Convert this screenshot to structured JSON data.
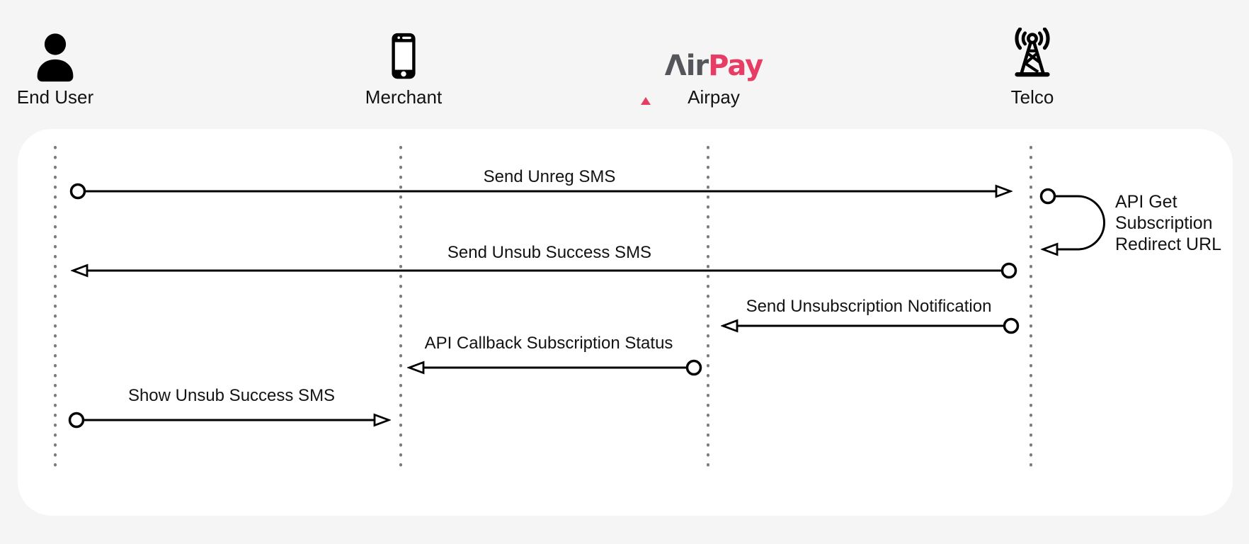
{
  "page": {
    "background_color": "#F5F5F6",
    "card_background": "#FFFFFF"
  },
  "brand": {
    "air_text": "Λir",
    "pay_text": "Pay",
    "air_color": "#55565B",
    "pay_color": "#E73C64"
  },
  "actors": [
    {
      "name": "End User",
      "icon": "person-icon"
    },
    {
      "name": "Merchant",
      "icon": "smartphone-icon"
    },
    {
      "name": "Airpay",
      "icon": "airpay-logo"
    },
    {
      "name": "Telco",
      "icon": "radio-tower-icon"
    }
  ],
  "messages": [
    {
      "label": "Send Unreg SMS",
      "from": "End User",
      "to": "Telco",
      "arrow": "right"
    },
    {
      "label": "API Get Subscription Redirect URL",
      "lines": [
        "API Get",
        "Subscription",
        "Redirect URL"
      ],
      "from": "Telco",
      "to": "Telco",
      "arrow": "self-loop"
    },
    {
      "label": "Send Unsub Success SMS",
      "from": "Telco",
      "to": "End User",
      "arrow": "left"
    },
    {
      "label": "Send Unsubscription Notification",
      "from": "Telco",
      "to": "Airpay",
      "arrow": "left"
    },
    {
      "label": "API Callback Subscription Status",
      "from": "Airpay",
      "to": "Merchant",
      "arrow": "left"
    },
    {
      "label": "Show Unsub Success SMS",
      "from": "End User",
      "to": "Merchant",
      "arrow": "right"
    }
  ],
  "diagram": {
    "line_color": "#000000",
    "lifeline_color": "#7B7B7B",
    "text_color": "#131313"
  }
}
